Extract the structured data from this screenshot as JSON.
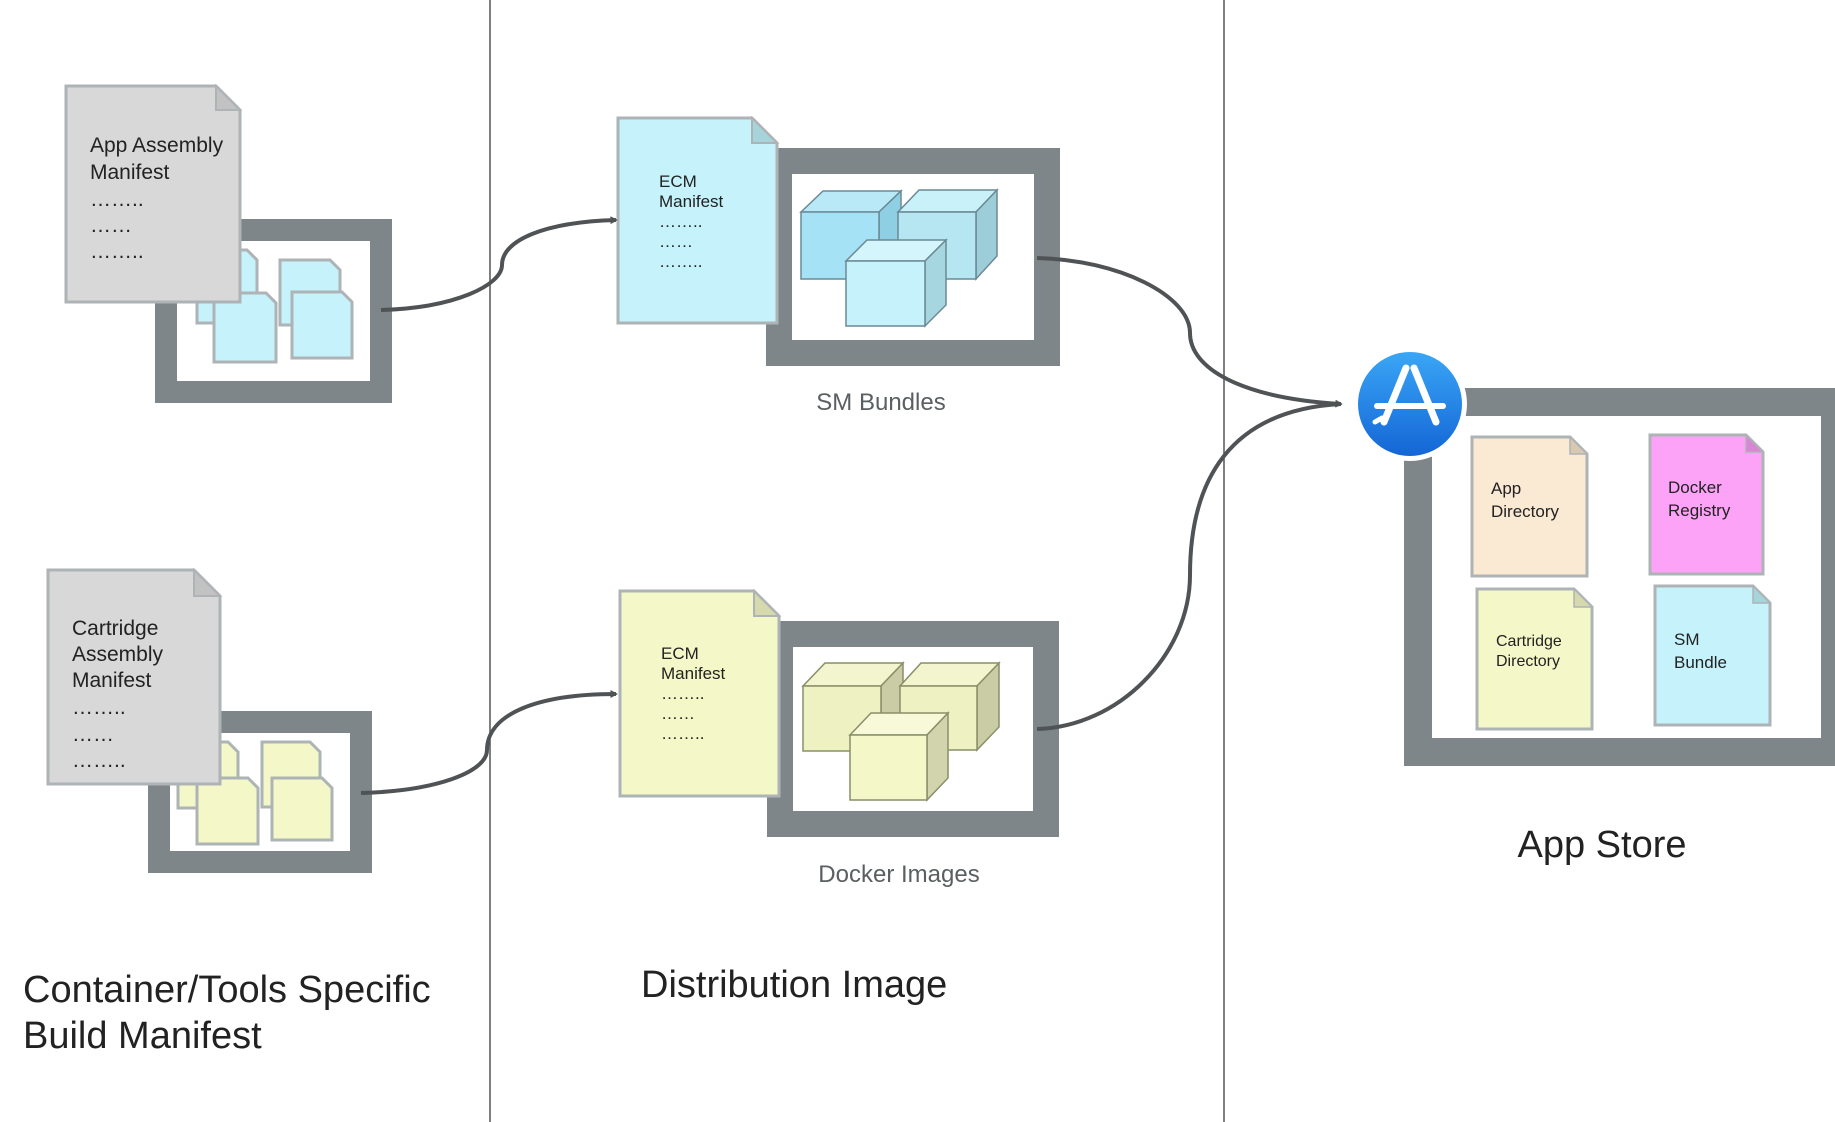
{
  "build_column": {
    "title_line1": "Container/Tools Specific",
    "title_line2": "Build Manifest",
    "app_manifest": {
      "line1": "App Assembly",
      "line2": "Manifest",
      "dots1": "……..",
      "dots2": "……",
      "dots3": "……..",
      "file_color": "#c6f3fb"
    },
    "cartridge_manifest": {
      "line1": "Cartridge",
      "line2": "Assembly",
      "line3": "Manifest",
      "dots1": "……..",
      "dots2": "……",
      "dots3": "……..",
      "file_color": "#f4f8c8"
    }
  },
  "distribution_column": {
    "title": "Distribution Image",
    "sm_bundles": {
      "caption": "SM Bundles",
      "doc_line1": "ECM",
      "doc_line2": "Manifest",
      "dots1": "……..",
      "dots2": "……",
      "dots3": "……..",
      "color": "#c6f3fb"
    },
    "docker_images": {
      "caption": "Docker Images",
      "doc_line1": "ECM",
      "doc_line2": "Manifest",
      "dots1": "……..",
      "dots2": "……",
      "dots3": "……..",
      "color": "#f4f8c8"
    }
  },
  "store_column": {
    "title": "App Store",
    "icon": "app-store-icon",
    "docs": [
      {
        "line1": "App",
        "line2": "Directory",
        "color": "#fae9d3"
      },
      {
        "line1": "Docker",
        "line2": "Registry",
        "color": "#fca3f7"
      },
      {
        "line1": "Cartridge",
        "line2": "Directory",
        "color": "#f4f8c8"
      },
      {
        "line1": "SM",
        "line2": "Bundle",
        "color": "#c6f3fb"
      }
    ]
  },
  "colors": {
    "frame": "#7f8689",
    "manifest_gray": "#d8d8d8",
    "arrow": "#4f5355",
    "divider": "#555555",
    "icon_blue": "#1e8ae8"
  }
}
